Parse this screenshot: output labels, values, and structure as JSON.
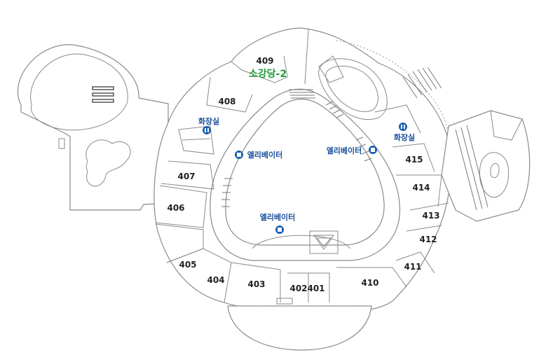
{
  "rooms": [
    {
      "id": "401",
      "label": "401"
    },
    {
      "id": "402",
      "label": "402"
    },
    {
      "id": "403",
      "label": "403"
    },
    {
      "id": "404",
      "label": "404"
    },
    {
      "id": "405",
      "label": "405"
    },
    {
      "id": "406",
      "label": "406"
    },
    {
      "id": "407",
      "label": "407"
    },
    {
      "id": "408",
      "label": "408"
    },
    {
      "id": "409",
      "label": "409"
    },
    {
      "id": "410",
      "label": "410"
    },
    {
      "id": "411",
      "label": "411"
    },
    {
      "id": "412",
      "label": "412"
    },
    {
      "id": "413",
      "label": "413"
    },
    {
      "id": "414",
      "label": "414"
    },
    {
      "id": "415",
      "label": "415"
    }
  ],
  "hall": {
    "label": "소강당-2",
    "color": "#1e9a3a"
  },
  "facilities": {
    "restroom_west": {
      "label": "화장실",
      "icon": "restroom-icon"
    },
    "restroom_east": {
      "label": "화장실",
      "icon": "restroom-icon"
    },
    "elevator_west": {
      "label": "엘리베이터",
      "icon": "elevator-icon"
    },
    "elevator_east": {
      "label": "엘리베이터",
      "icon": "elevator-icon"
    },
    "elevator_south": {
      "label": "엘리베이터",
      "icon": "elevator-icon"
    }
  },
  "colors": {
    "facility": "#1a4f9c",
    "icon": "#1a5fb0",
    "wall": "#8a8a8a",
    "room_text": "#222222"
  }
}
